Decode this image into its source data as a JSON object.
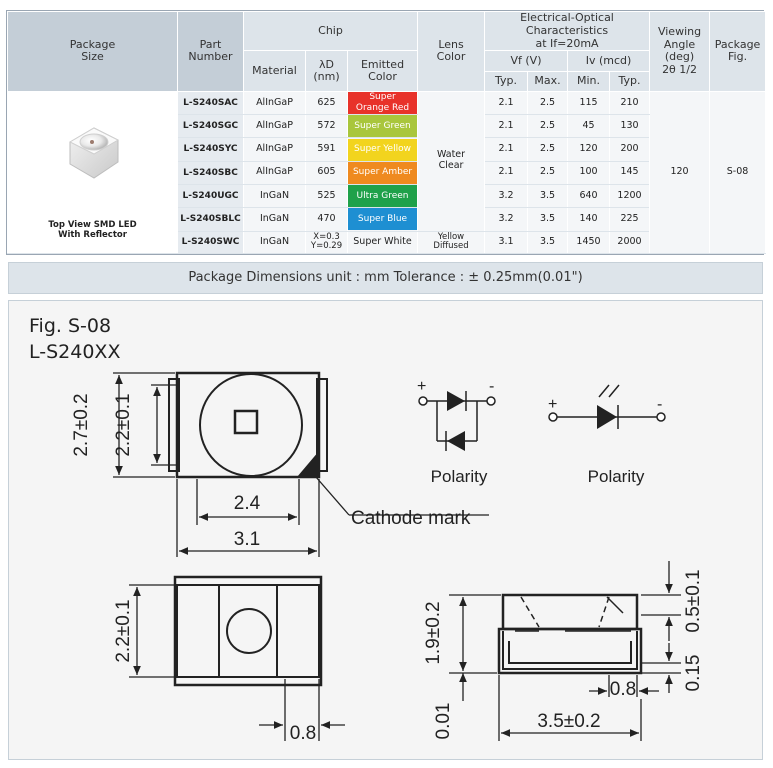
{
  "table": {
    "headers": {
      "package_size": [
        "Package",
        "Size"
      ],
      "part_number": [
        "Part",
        "Number"
      ],
      "chip": "Chip",
      "material": "Material",
      "lambda": [
        "λD",
        "(nm)"
      ],
      "emitted_color": [
        "Emitted",
        "Color"
      ],
      "lens_color": [
        "Lens",
        "Color"
      ],
      "eo": [
        "Electrical-Optical",
        "Characteristics",
        "at If=20mA"
      ],
      "vf": "Vf (V)",
      "iv": "Iv (mcd)",
      "typ": "Typ.",
      "max": "Max.",
      "min": "Min.",
      "typ2": "Typ.",
      "viewing": [
        "Viewing",
        "Angle",
        "(deg)",
        "2θ 1/2"
      ],
      "pkg_fig": [
        "Package",
        "Fig."
      ]
    },
    "package_label": [
      "Top View SMD LED",
      "With Reflector"
    ],
    "lens_water": [
      "Water",
      "Clear"
    ],
    "lens_yellow": [
      "Yellow",
      "Diffused"
    ],
    "viewing_angle": "120",
    "package_fig": "S-08",
    "rows": [
      {
        "part": "L-S240SAC",
        "material": "AlInGaP",
        "wl": "625",
        "color": [
          "Super",
          "Orange Red"
        ],
        "swatch": "#e8322a",
        "vf_typ": "2.1",
        "vf_max": "2.5",
        "iv_min": "115",
        "iv_typ": "210"
      },
      {
        "part": "L-S240SGC",
        "material": "AlInGaP",
        "wl": "572",
        "color": [
          "Super Green"
        ],
        "swatch": "#a9c63c",
        "vf_typ": "2.1",
        "vf_max": "2.5",
        "iv_min": "45",
        "iv_typ": "130"
      },
      {
        "part": "L-S240SYC",
        "material": "AlInGaP",
        "wl": "591",
        "color": [
          "Super Yellow"
        ],
        "swatch": "#f2d41e",
        "vf_typ": "2.1",
        "vf_max": "2.5",
        "iv_min": "120",
        "iv_typ": "200"
      },
      {
        "part": "L-S240SBC",
        "material": "AlInGaP",
        "wl": "605",
        "color": [
          "Super Amber"
        ],
        "swatch": "#ef8a1f",
        "vf_typ": "2.1",
        "vf_max": "2.5",
        "iv_min": "100",
        "iv_typ": "145"
      },
      {
        "part": "L-S240UGC",
        "material": "InGaN",
        "wl": "525",
        "color": [
          "Ultra Green"
        ],
        "swatch": "#1fa14a",
        "vf_typ": "3.2",
        "vf_max": "3.5",
        "iv_min": "640",
        "iv_typ": "1200"
      },
      {
        "part": "L-S240SBLC",
        "material": "InGaN",
        "wl": "470",
        "color": [
          "Super Blue"
        ],
        "swatch": "#1e8fd2",
        "vf_typ": "3.2",
        "vf_max": "3.5",
        "iv_min": "140",
        "iv_typ": "225"
      },
      {
        "part": "L-S240SWC",
        "material": "InGaN",
        "wl": [
          "X=0.3",
          "Y=0.29"
        ],
        "color": [
          "Super White"
        ],
        "swatch": "",
        "vf_typ": "3.1",
        "vf_max": "3.5",
        "iv_min": "1450",
        "iv_typ": "2000"
      }
    ]
  },
  "dimensions_bar": "Package Dimensions   unit : mm  Tolerance : ± 0.25mm(0.01\")",
  "figure": {
    "title": "Fig. S-08",
    "subtitle": "L-S240XX",
    "dims": {
      "height_outer": "2.7±0.2",
      "height_inner": "2.2±0.1",
      "width_inner": "2.4",
      "width_outer": "3.1",
      "cathode_mark": "Cathode mark",
      "bottom_height": "2.2±0.1",
      "bottom_pad": "0.8",
      "side_height": "1.9±0.2",
      "side_top": "0.5±0.1",
      "side_bottom": "0.15",
      "side_pad": "0.8",
      "side_zero": "0.01",
      "side_width": "3.5±0.2"
    },
    "polarity_label": "Polarity",
    "plus": "+",
    "minus": "-"
  }
}
